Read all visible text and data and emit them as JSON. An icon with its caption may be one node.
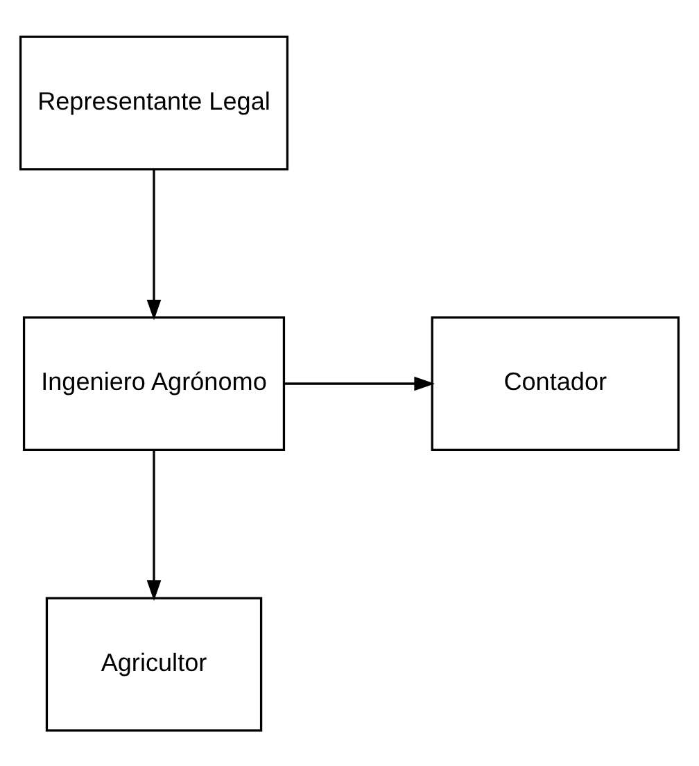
{
  "diagram": {
    "nodes": [
      {
        "text": [
          "Representante Legal"
        ]
      },
      {
        "text": [
          "Ingeniero Agrónomo"
        ]
      },
      {
        "text": [
          "Contador"
        ]
      },
      {
        "text": [
          "Agricultor"
        ]
      }
    ],
    "edges": [
      {
        "from": 0,
        "to": 1,
        "arrow": "to"
      },
      {
        "from": 1,
        "to": 2,
        "arrow": "to"
      },
      {
        "from": 1,
        "to": 3,
        "arrow": "to"
      }
    ]
  }
}
